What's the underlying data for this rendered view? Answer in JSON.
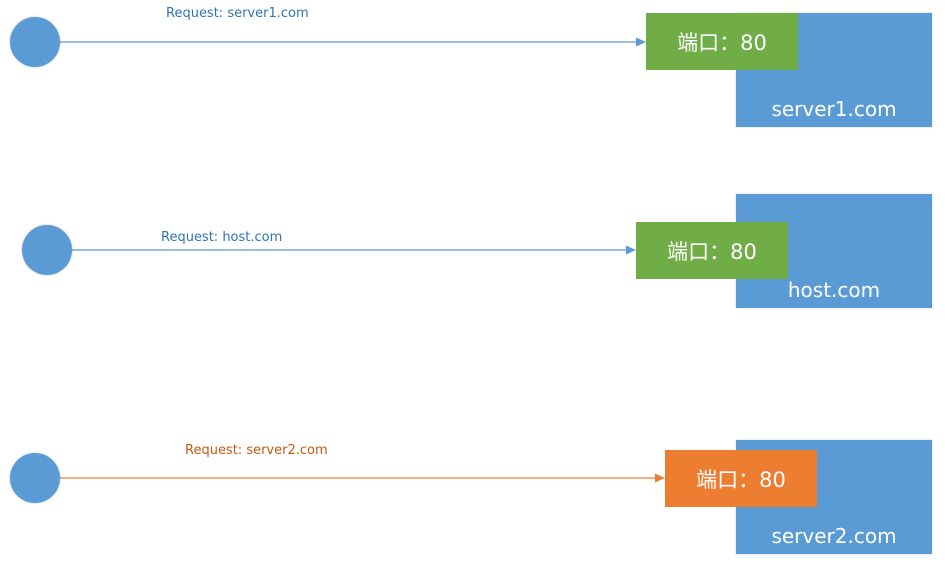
{
  "colors": {
    "client_fill": "#5b9bd5",
    "server_fill": "#5b9bd5",
    "port_green": "#70ad47",
    "port_orange": "#ed7d31",
    "blue_line": "#5b9bd5",
    "orange_line": "#ed7d31",
    "blue_text": "#2e75b6",
    "orange_text": "#c55a11"
  },
  "rows": [
    {
      "request_label": "Request: server1.com",
      "port_label": "端口：80",
      "server_label": "server1.com",
      "variant": "blue"
    },
    {
      "request_label": "Request: host.com",
      "port_label": "端口：80",
      "server_label": "host.com",
      "variant": "blue"
    },
    {
      "request_label": "Request: server2.com",
      "port_label": "端口：80",
      "server_label": "server2.com",
      "variant": "orange"
    }
  ]
}
